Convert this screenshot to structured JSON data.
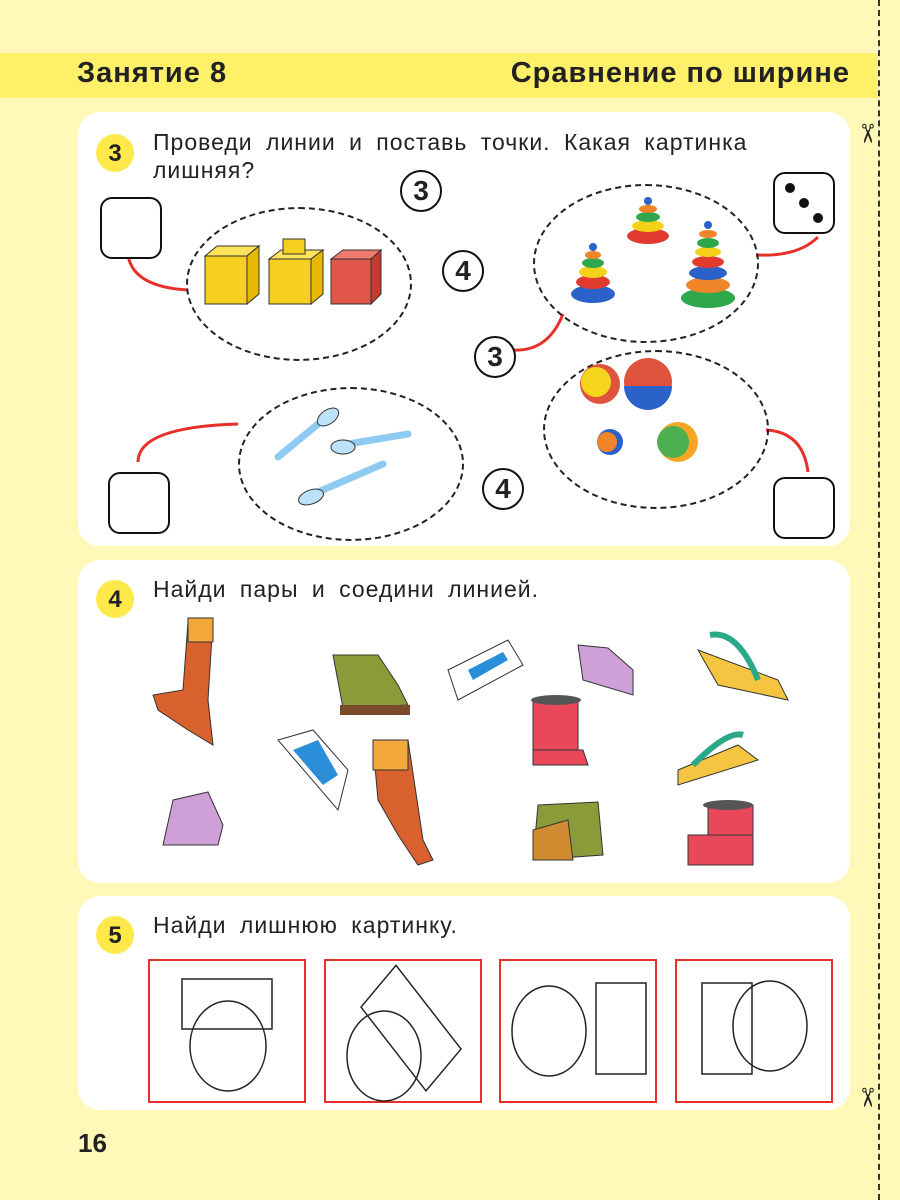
{
  "header": {
    "lesson": "Занятие 8",
    "topic": "Сравнение по ширине"
  },
  "task3": {
    "number": "3",
    "text_line1": "Проведи линии и поставь точки. Какая картинка",
    "text_line2": "лишняя?",
    "groups": [
      {
        "name": "cubes",
        "items": [
          "yellow-cube",
          "yellow-cube",
          "small-yellow-cube",
          "red-cube"
        ],
        "count": 4
      },
      {
        "name": "pyramids",
        "items": [
          "pyramid",
          "pyramid",
          "pyramid"
        ],
        "count": 3
      },
      {
        "name": "spoons",
        "items": [
          "spoon",
          "spoon",
          "spoon"
        ],
        "count": 3
      },
      {
        "name": "balls",
        "items": [
          "ball",
          "ball",
          "ball",
          "ball"
        ],
        "count": 4
      }
    ],
    "number_circles": [
      "3",
      "4",
      "3",
      "4"
    ],
    "dice_face": 3
  },
  "task4": {
    "number": "4",
    "text": "Найди пары и соедини линией.",
    "items": [
      "high-heel-boot",
      "hiking-boot",
      "sneaker",
      "girls-shoe",
      "wedge-sandal",
      "fur-boot",
      "wedge-sandal",
      "sneaker",
      "high-heel-boot",
      "girls-shoe",
      "hiking-boot",
      "fur-boot"
    ]
  },
  "task5": {
    "number": "5",
    "text": "Найди лишнюю картинку.",
    "frames": [
      "rect-over-circle",
      "tilted-rect-over-circle",
      "circle-beside-rect",
      "rect-over-circle-right"
    ]
  },
  "footer": {
    "page_number": "16"
  },
  "colors": {
    "background": "#fff8b8",
    "header": "#fff06a",
    "badge": "#ffe94a",
    "frame": "#e8302b",
    "connector": "#e8302b"
  }
}
